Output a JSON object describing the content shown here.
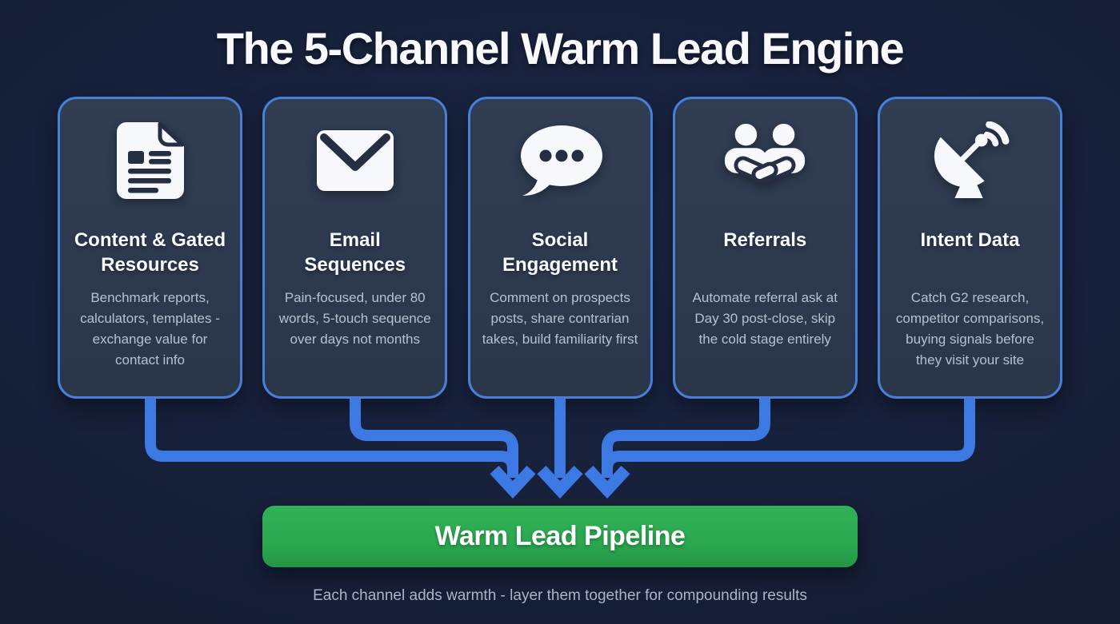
{
  "title": "The 5-Channel Warm Lead Engine",
  "channels": [
    {
      "icon": "document-icon",
      "title": "Content & Gated Resources",
      "description": "Benchmark reports, calculators, templates - exchange value for contact info"
    },
    {
      "icon": "envelope-icon",
      "title": "Email Sequences",
      "description": "Pain-focused, under 80 words, 5-touch sequence over days not months"
    },
    {
      "icon": "speech-bubble-icon",
      "title": "Social Engagement",
      "description": "Comment on prospects posts, share contrarian takes, build familiarity first"
    },
    {
      "icon": "handshake-referral-icon",
      "title": "Referrals",
      "description": "Automate referral ask at Day 30 post-close, skip the cold stage entirely"
    },
    {
      "icon": "satellite-dish-icon",
      "title": "Intent Data",
      "description": "Catch G2 research, competitor comparisons, buying signals before they visit your site"
    }
  ],
  "pipeline": {
    "label": "Warm Lead Pipeline"
  },
  "caption": "Each channel adds warmth - layer them together for compounding results",
  "colors": {
    "background": "#141d33",
    "card_bg": "#2d3a4f",
    "card_border": "#4a7fd9",
    "arrow_blue": "#3d79e2",
    "pipeline_green": "#2ba850",
    "icon_detail": "#252e42",
    "title_white": "#f7f9fc",
    "desc_gray": "#b6c1d0",
    "caption_gray": "#a9b6c6"
  }
}
